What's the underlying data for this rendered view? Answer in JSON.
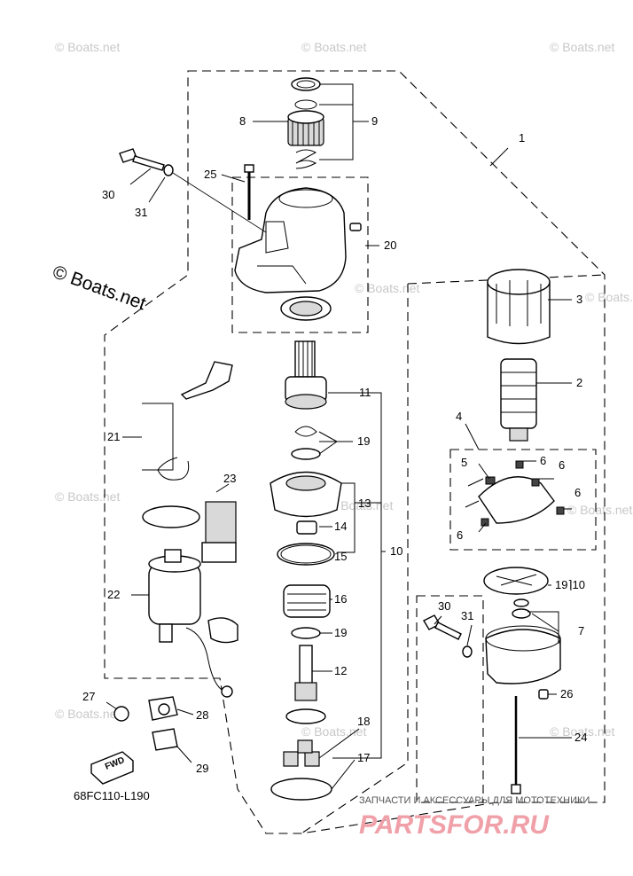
{
  "diagram_code": "68FC110-L190",
  "fwd_label": "FWD",
  "watermarks": {
    "small": "© Boats.net",
    "big": "© Boats.net"
  },
  "shop": {
    "tagline": "ЗАПЧАСТИ И АКСЕССУАРЫ ДЛЯ МОТОТЕХНИКИ",
    "logo": "PARTSFOR.RU"
  },
  "callouts": {
    "c1": "1",
    "c2": "2",
    "c3": "3",
    "c4": "4",
    "c5": "5",
    "c6a": "6",
    "c6b": "6",
    "c6c": "6",
    "c6d": "6",
    "c7": "7",
    "c8": "8",
    "c9": "9",
    "c10": "10",
    "c10b": "19⌉10",
    "c11": "11",
    "c12": "12",
    "c13": "13",
    "c14": "14",
    "c15": "15",
    "c16": "16",
    "c17": "17",
    "c18": "18",
    "c19a": "19",
    "c19b": "19",
    "c20": "20",
    "c21": "21",
    "c22": "22",
    "c23": "23",
    "c24": "24",
    "c25": "25",
    "c26": "26",
    "c27": "27",
    "c28": "28",
    "c29": "29",
    "c30a": "30",
    "c30b": "30",
    "c31a": "31",
    "c31b": "31"
  }
}
